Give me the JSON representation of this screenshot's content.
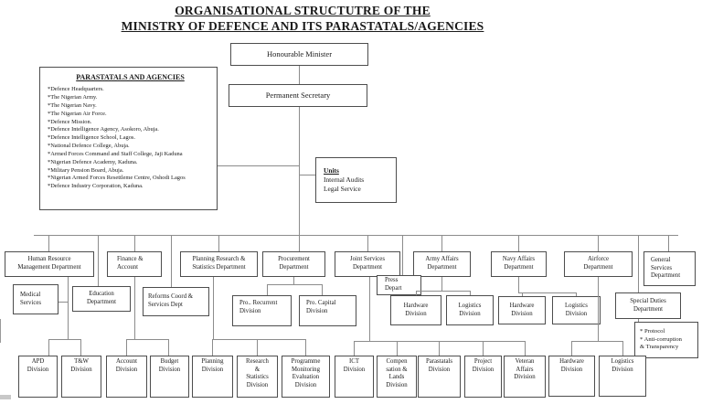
{
  "colors": {
    "background": "#ffffff",
    "box_border": "#4d4d4d",
    "connector_line": "#8c8c8c",
    "text": "#1a1a1a"
  },
  "title": {
    "line1": "ORGANISATIONAL STRUCTUTRE OF THE",
    "line2": "MINISTRY OF DEFENCE AND ITS PARASTATALS/AGENCIES"
  },
  "parastatals": {
    "heading": "PARASTATALS AND AGENCIES",
    "items": [
      "*Defence Headquarters.",
      "*The Nigerian Army.",
      "*The Nigerian Navy.",
      "*The Nigerian Air Force.",
      "*Defence Mission.",
      "*Defence Intelligence Agency, Asokoro, Abuja.",
      "*Defence Intelligence School, Lagos.",
      "*National Defence College, Abuja.",
      "*Armed Forces Command and Staff College, Jaji Kaduna",
      "*Nigerian Defence Academy, Kaduna.",
      "*Military Pension Board, Abuja.",
      "*Nigerian Armed Forces Resettleme Centre, Oshodi Lagos",
      "*Defence Industry Corporation, Kaduna."
    ]
  },
  "top": {
    "minister": "Honourable Minister",
    "permanent_secretary": "Permanent Secretary"
  },
  "units": {
    "heading": "Units",
    "body": "Internal Audits\nLegal Service"
  },
  "departments": [
    "Human Resource\nManagement Department",
    "Finance &\nAccount",
    "Planning Research &\nStatistics Department",
    "Procurement\nDepartment",
    "Joint Services\nDepartment",
    "Army Affairs\nDepartment",
    "Navy Affairs\nDepartment",
    "Airforce\nDepartment",
    "General\nServices\nDepartment"
  ],
  "mid": {
    "medical": "Medical\nServices",
    "education": "Education\nDepartment",
    "reforms": "Reforms Coord &\nServices Dept",
    "recurrent": "Pro.. Recurrent\nDivision",
    "capital": "Pro. Capital\nDivision",
    "press": "Press\nDepart",
    "army_hardware": "Hardware\nDivision",
    "army_logistics": "Logistics\nDivision",
    "navy_hardware": "Hardware\nDivision",
    "navy_logistics": "Logistics\nDivision",
    "special_duties": "Special Duties\nDepartment",
    "note": "* Protocol\n* Anti-corruption\n& Transparency"
  },
  "divisions": [
    "APD\nDivision",
    "T&W\nDivision",
    "Account\nDivision",
    "Budget\nDivision",
    "Planning\nDivision",
    "Research\n&\nStatistics\nDivision",
    "Programme\nMonitoring\nEvaluation\nDivision",
    "ICT\nDivision",
    "Compen\nsation &\nLands\nDivision",
    "Parastatals\nDivision",
    "Project\nDivision",
    "Veteran\nAffairs\nDivision",
    "Hardware\nDivision",
    "Logistics\nDivision"
  ]
}
